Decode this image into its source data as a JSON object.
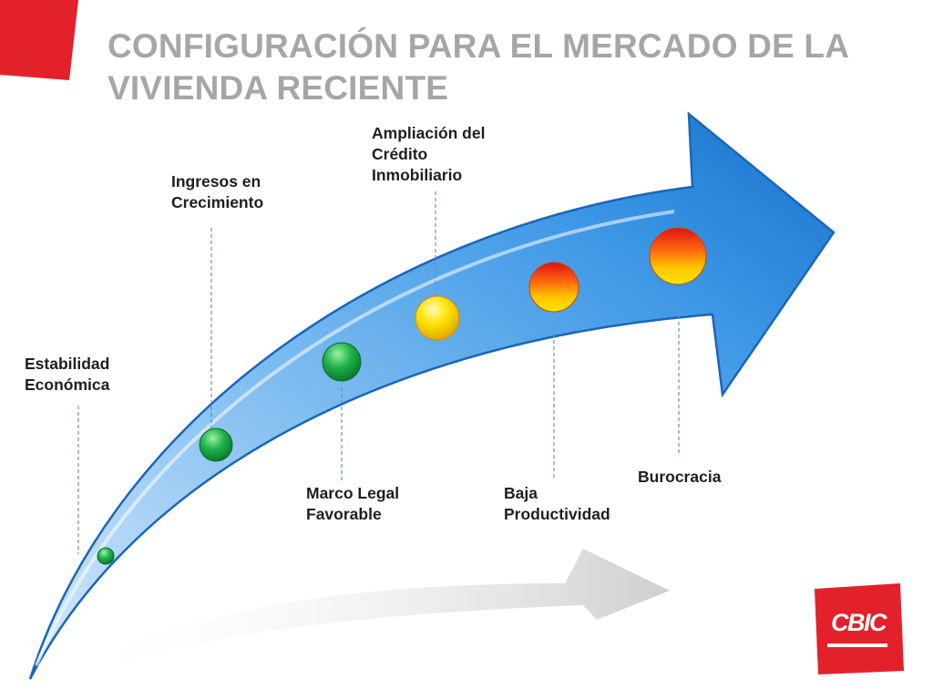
{
  "title": "CONFIGURACIÓN PARA EL MERCADO DE LA VIVIENDA RECIENTE",
  "logo_text": "CBIC",
  "colors": {
    "brand_red": "#e3212b",
    "title_gray": "#a6a6a6",
    "arrow_blue": "#1e7fd4"
  },
  "milestones": [
    {
      "lines": [
        "Estabilidad",
        "Económica"
      ],
      "marker": "green"
    },
    {
      "lines": [
        "Ingresos en",
        "Crecimiento"
      ],
      "marker": "green"
    },
    {
      "lines": [
        "Marco Legal",
        "Favorable"
      ],
      "marker": "green"
    },
    {
      "lines": [
        "Ampliación del",
        "Crédito",
        "Inmobiliario"
      ],
      "marker": "yellow"
    },
    {
      "lines": [
        "Baja",
        "Productividad"
      ],
      "marker": "red-yellow"
    },
    {
      "lines": [
        "Burocracia"
      ],
      "marker": "red-yellow"
    }
  ]
}
